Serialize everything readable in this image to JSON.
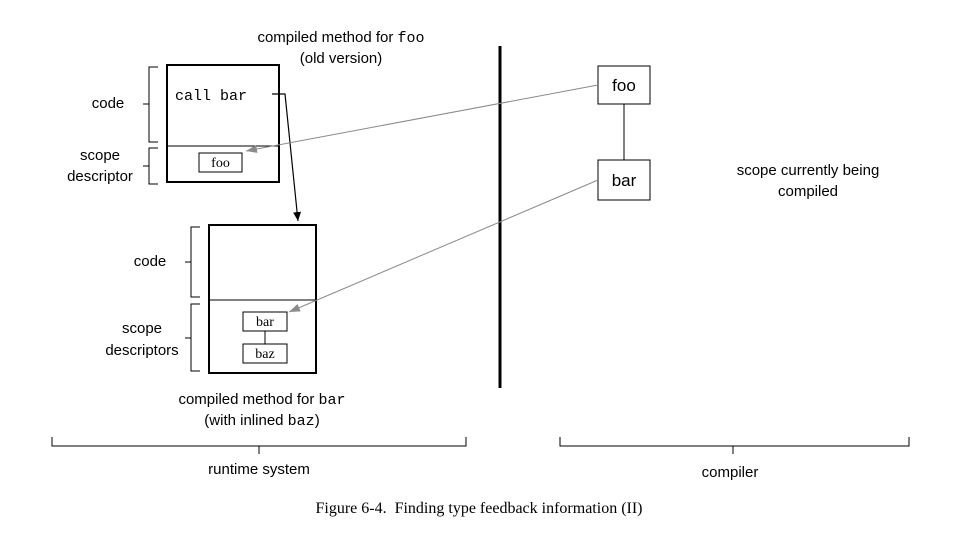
{
  "top_method": {
    "title_prefix": "compiled method for ",
    "title_code": "foo",
    "subtitle": "(old version)",
    "code_label": "code",
    "code_text": "call bar",
    "scope_label_1": "scope",
    "scope_label_2": "descriptor",
    "scope_box": "foo"
  },
  "bottom_method": {
    "code_label": "code",
    "scope_label_1": "scope",
    "scope_label_2": "descriptors",
    "scope_box_1": "bar",
    "scope_box_2": "baz",
    "caption_prefix": "compiled method for ",
    "caption_code": "bar",
    "caption2_prefix": "(with inlined ",
    "caption2_code": "baz",
    "caption2_suffix": ")"
  },
  "compiler": {
    "node_1": "foo",
    "node_2": "bar",
    "note_1": "scope currently being",
    "note_2": "compiled"
  },
  "sections": {
    "runtime": "runtime system",
    "compiler": "compiler"
  },
  "figure_caption": "Figure 6-4.  Finding type feedback information (II)"
}
